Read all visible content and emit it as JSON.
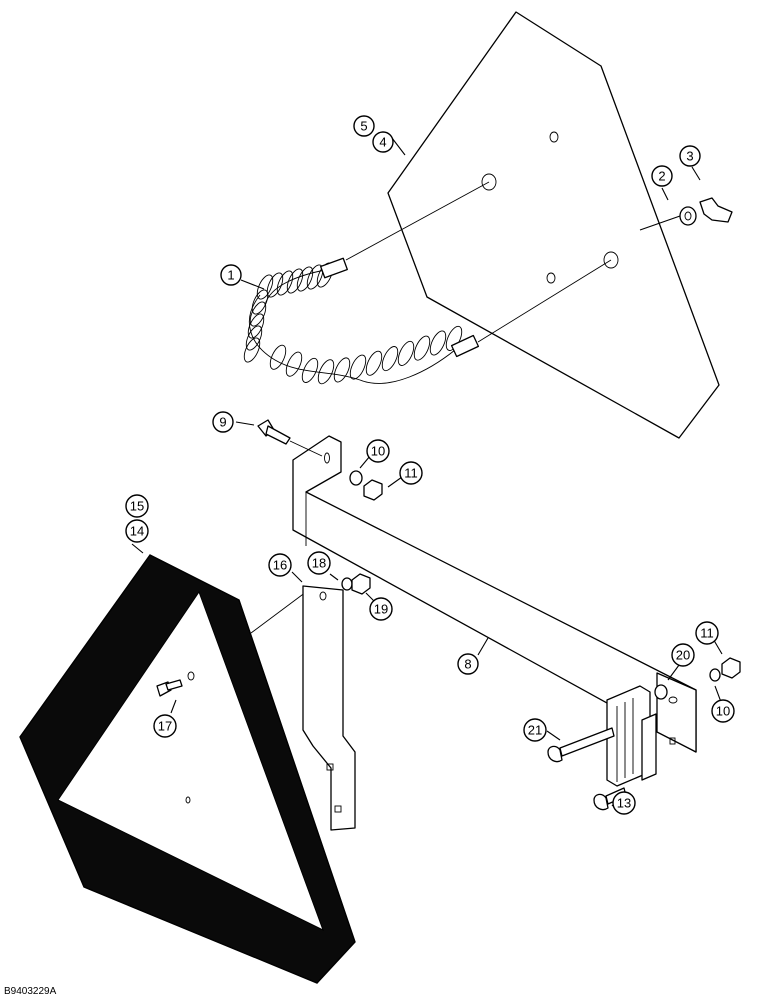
{
  "figure": {
    "reference_code": "B9403229A",
    "colors": {
      "line": "#000000",
      "background": "#ffffff",
      "reflective_band": "#0a0a0a"
    }
  },
  "callouts": [
    {
      "id": "c1",
      "label": "1"
    },
    {
      "id": "c2",
      "label": "2"
    },
    {
      "id": "c3",
      "label": "3"
    },
    {
      "id": "c4",
      "label": "4"
    },
    {
      "id": "c5",
      "label": "5"
    },
    {
      "id": "c8",
      "label": "8"
    },
    {
      "id": "c9",
      "label": "9"
    },
    {
      "id": "c10a",
      "label": "10"
    },
    {
      "id": "c10b",
      "label": "10"
    },
    {
      "id": "c11a",
      "label": "11"
    },
    {
      "id": "c11b",
      "label": "11"
    },
    {
      "id": "c13",
      "label": "13"
    },
    {
      "id": "c14",
      "label": "14"
    },
    {
      "id": "c15",
      "label": "15"
    },
    {
      "id": "c16",
      "label": "16"
    },
    {
      "id": "c17",
      "label": "17"
    },
    {
      "id": "c18",
      "label": "18"
    },
    {
      "id": "c19",
      "label": "19"
    },
    {
      "id": "c20",
      "label": "20"
    },
    {
      "id": "c21",
      "label": "21"
    }
  ]
}
